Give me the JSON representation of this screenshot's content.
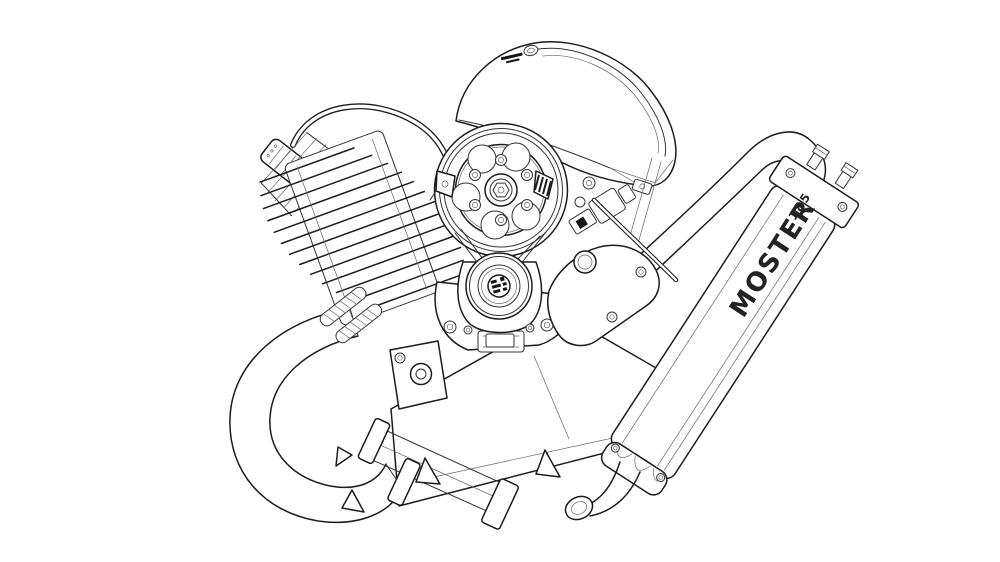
{
  "figure": {
    "type": "technical line drawing",
    "subject": "Two-stroke paramotor engine with tuned exhaust pipe and cylindrical silencer",
    "background_color": "#ffffff",
    "line_color": "#1c1c1c",
    "silencer": {
      "brand": "MOSTER",
      "model": "185"
    },
    "icons": [
      {
        "name": "brand-emblem",
        "shape": "small oval logo mark on starter cover"
      },
      {
        "name": "clutch-sticker",
        "shape": "round label with fine print on clutch hub"
      }
    ],
    "parts": [
      "starter cover",
      "flywheel starter pulley",
      "drive belt",
      "clutch pulley",
      "cylinder with cooling fins",
      "spark plug cap",
      "ignition lead",
      "crankcase",
      "rubber engine mounts",
      "exhaust header loop",
      "exhaust springs",
      "clamp couplings",
      "expansion chamber",
      "stinger pipe",
      "silencer",
      "outlet tube"
    ]
  }
}
